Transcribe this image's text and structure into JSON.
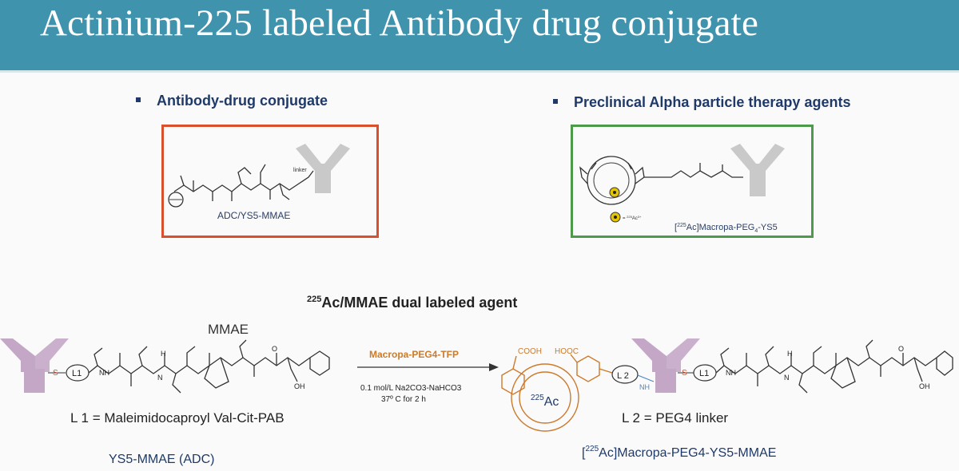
{
  "header": {
    "title": "Actinium-225 labeled Antibody drug conjugate"
  },
  "panels": {
    "left": {
      "bullet": "Antibody-drug conjugate",
      "caption": "ADC/YS5-MMAE",
      "linker_label": "linker"
    },
    "right": {
      "bullet": "Preclinical Alpha particle therapy agents",
      "caption_pre": "[",
      "caption_sup": "225",
      "caption_mid": "Ac]Macropa-PEG",
      "caption_sub": "4",
      "caption_post": "-YS5",
      "legend_eq": "= ",
      "legend_sup": "225",
      "legend_ion": "Ac",
      "legend_charge": "3+"
    }
  },
  "scheme": {
    "heading_sup": "225",
    "heading": "Ac/MMAE dual labeled agent",
    "mmae_label": "MMAE",
    "l1_tag": "L1",
    "l2_tag": "L 2",
    "s_atom": "S",
    "nh_atom": "NH",
    "n_atom": "N",
    "h_atom": "H",
    "oh_atom": "OH",
    "o_atom": "O",
    "cooh_label": "COOH",
    "hooc_label": "HOOC",
    "ac_sup": "225",
    "ac_label": "Ac",
    "l1_def": "L 1 = Maleimidocaproyl Val-Cit-PAB",
    "l2_def": "L 2 = PEG4 linker",
    "reagent": "Macropa-PEG4-TFP",
    "cond1": "0.1 mol/L Na2CO3-NaHCO3",
    "cond2": "37º C for 2 h",
    "adc_name": "YS5-MMAE (ADC)",
    "product_pre": "[",
    "product_sup": "225",
    "product_post": "Ac]Macropa-PEG4-YS5-MMAE"
  },
  "colors": {
    "header_bg": "#3f93ad",
    "bullet_text": "#1f3a68",
    "box_red": "#d9502c",
    "box_green": "#4e9a4b",
    "antibody_gray": "#c9c9c9",
    "antibody_pink": "#c4a7c6",
    "chelator_orange": "#cc7a2b",
    "reagent_text": "#cc7a2b",
    "product_text": "#1f3a68"
  }
}
